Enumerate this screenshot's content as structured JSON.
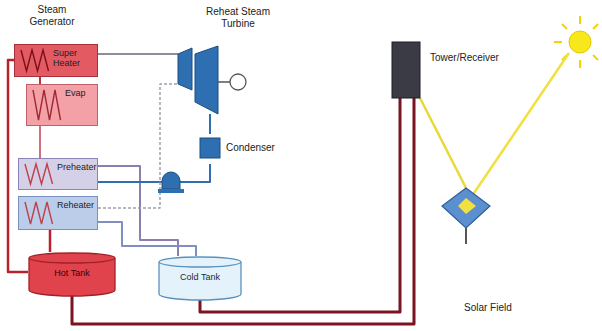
{
  "diagram": {
    "nodes": [
      {
        "text": [
          "Super Heater"
        ]
      },
      {
        "text": [
          "Evap"
        ]
      },
      {
        "text": [
          "Preheater"
        ]
      },
      {
        "text": [
          "Reheater"
        ]
      },
      {
        "text": [
          "Reheat Steam Turbine"
        ]
      },
      {
        "text": [
          "Condenser"
        ]
      },
      {
        "text": [
          "Tower/Receiver"
        ]
      },
      {
        "text": [
          "Hot Tank"
        ]
      },
      {
        "text": [
          "Cold Tank"
        ]
      },
      {
        "text": [
          "Solar Field"
        ]
      }
    ],
    "edges": [
      {
        "from": 7,
        "to": 0,
        "arrow": "none"
      },
      {
        "from": 0,
        "to": 1,
        "arrow": "none"
      },
      {
        "from": 1,
        "to": 2,
        "arrow": "none"
      },
      {
        "from": 2,
        "to": 8,
        "arrow": "none"
      },
      {
        "from": 7,
        "to": 3,
        "arrow": "none"
      },
      {
        "from": 3,
        "to": 8,
        "arrow": "none"
      },
      {
        "from": 8,
        "to": 6,
        "arrow": "none"
      },
      {
        "from": 6,
        "to": 7,
        "arrow": "none"
      },
      {
        "from": 0,
        "to": 4,
        "arrow": "none"
      },
      {
        "from": 4,
        "to": 5,
        "arrow": "none"
      },
      {
        "from": 5,
        "to": 2,
        "arrow": "none"
      },
      {
        "from": 3,
        "to": 4,
        "arrow": "none"
      },
      {
        "from": 9,
        "to": 6,
        "arrow": "none"
      }
    ],
    "labels": [
      "Steam Generator"
    ]
  }
}
